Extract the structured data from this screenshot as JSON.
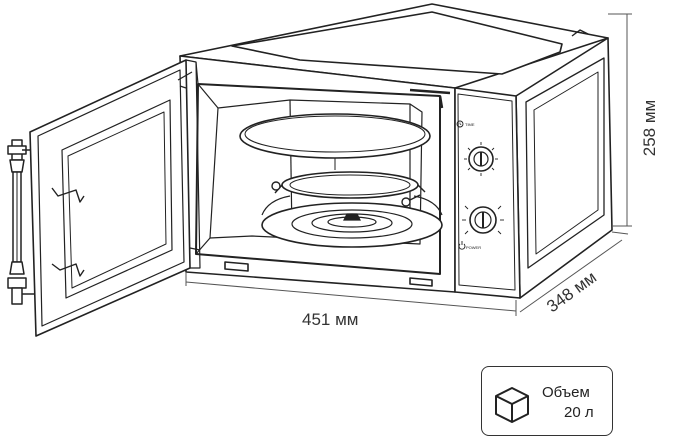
{
  "dimensions": {
    "width": "451 мм",
    "depth": "348 мм",
    "height": "258 мм"
  },
  "controls": {
    "timer_label": "TIME",
    "power_label": "POWER"
  },
  "badge": {
    "title": "Объем",
    "value": "20 л"
  },
  "colors": {
    "line": "#222222",
    "dimension": "#555555"
  },
  "icons": [
    "cube-icon",
    "clock-icon",
    "power-icon"
  ]
}
